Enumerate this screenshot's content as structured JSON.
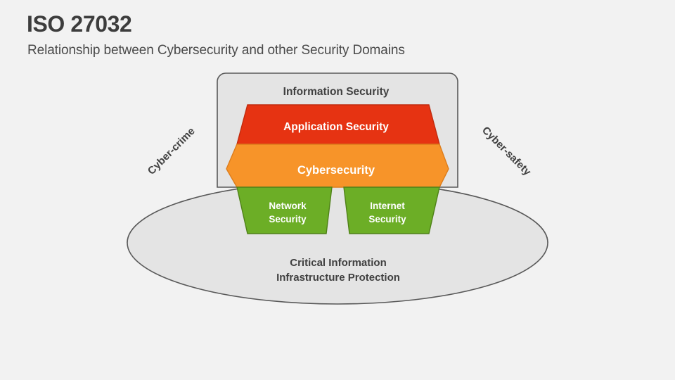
{
  "slide": {
    "title": "ISO 27032",
    "subtitle": "Relationship between Cybersecurity and other Security Domains",
    "background_color": "#f2f2f2"
  },
  "diagram": {
    "type": "layered-domain-diagram",
    "outer_ellipse": {
      "label_line1": "Critical Information",
      "label_line2": "Infrastructure Protection",
      "fill": "#e4e4e4",
      "stroke": "#595959"
    },
    "container_box": {
      "label": "Information Security",
      "fill": "#e4e4e4",
      "stroke": "#595959"
    },
    "layers": [
      {
        "name": "application-security",
        "label": "Application Security",
        "shape": "trapezoid",
        "fill": "#e63312",
        "stroke": "#b32a0e",
        "text_color": "#ffffff"
      },
      {
        "name": "cybersecurity",
        "label": "Cybersecurity",
        "shape": "hexagon",
        "fill": "#f79429",
        "stroke": "#d4761a",
        "text_color": "#ffffff"
      },
      {
        "name": "network-security",
        "label_line1": "Network",
        "label_line2": "Security",
        "shape": "trapezoid",
        "fill": "#6cae26",
        "stroke": "#4f8118",
        "text_color": "#ffffff"
      },
      {
        "name": "internet-security",
        "label_line1": "Internet",
        "label_line2": "Security",
        "shape": "trapezoid",
        "fill": "#6cae26",
        "stroke": "#4f8118",
        "text_color": "#ffffff"
      }
    ],
    "side_labels": [
      {
        "name": "cyber-crime",
        "label": "Cyber-crime",
        "rotation": -45,
        "color": "#404040"
      },
      {
        "name": "cyber-safety",
        "label": "Cyber-safety",
        "rotation": 45,
        "color": "#404040"
      }
    ]
  }
}
